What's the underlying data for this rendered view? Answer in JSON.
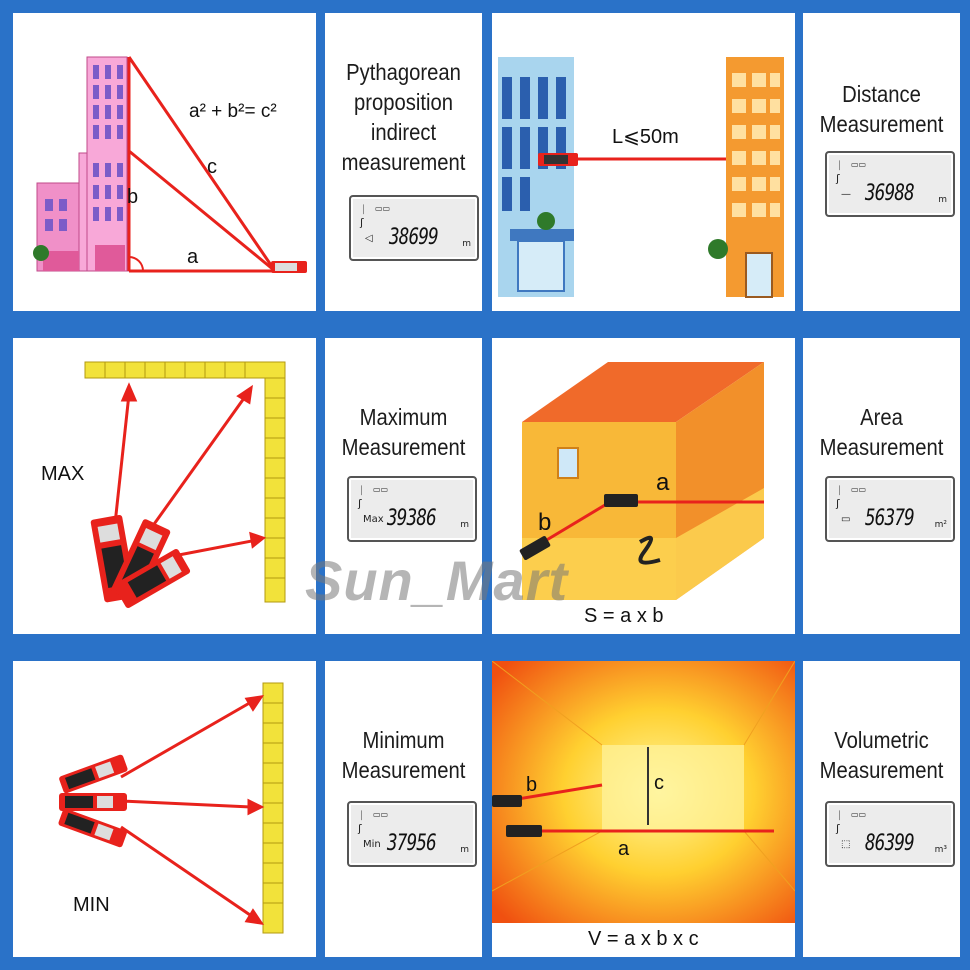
{
  "panels": {
    "pythagoras": {
      "formula": "a² + b²= c²",
      "side_a": "a",
      "side_b": "b",
      "side_c": "c",
      "label": [
        "Pythagorean",
        "proposition",
        "indirect",
        "measurement"
      ],
      "display": {
        "mode": "◁",
        "value": "38699",
        "unit": "m"
      }
    },
    "distance": {
      "range": "L⩽50m",
      "label": [
        "Distance",
        "Measurement"
      ],
      "display": {
        "mode": "—",
        "value": "36988",
        "unit": "m"
      }
    },
    "maximum": {
      "side_text": "MAX",
      "label": [
        "Maximum",
        "Measurement"
      ],
      "display": {
        "mode": "Max",
        "value": "39386",
        "unit": "m"
      }
    },
    "area": {
      "side_a": "a",
      "side_b": "b",
      "formula": "S = a x b",
      "label": [
        "Area",
        "Measurement"
      ],
      "display": {
        "mode": "▭",
        "value": "56379",
        "unit": "m²"
      }
    },
    "minimum": {
      "side_text": "MIN",
      "label": [
        "Minimum",
        "Measurement"
      ],
      "display": {
        "mode": "Min",
        "value": "37956",
        "unit": "m"
      }
    },
    "volume": {
      "side_a": "a",
      "side_b": "b",
      "side_c": "c",
      "formula": "V = a x b x c",
      "label": [
        "Volumetric",
        "Measurement"
      ],
      "display": {
        "mode": "⬚",
        "value": "86399",
        "unit": "m³"
      }
    }
  },
  "watermark": "Sun_Mart",
  "colors": {
    "frame": "#2a72c8",
    "beam": "#e8221c",
    "brick": "#f2e23a",
    "house": "#f5a020"
  }
}
